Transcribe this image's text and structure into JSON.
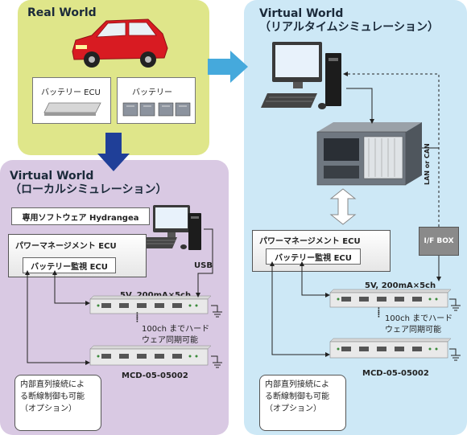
{
  "real_world": {
    "title": "Real World",
    "battery_ecu_label": "バッテリー ECU",
    "battery_label": "バッテリー"
  },
  "local_sim": {
    "title_line1": "Virtual World",
    "title_line2": "（ローカルシミュレーション）",
    "software_label": "専用ソフトウェア Hydrangea",
    "power_ecu_label": "パワーマネージメント ECU",
    "battery_monitor_label": "バッテリー監視 ECU",
    "usb_label": "USB",
    "channel_label": "5V, 200mA×5ch",
    "sync_note_line1": "100ch までハード",
    "sync_note_line2": "ウェア同期可能",
    "model_label": "MCD-05-05002",
    "option_note_line1": "内部直列接続によ",
    "option_note_line2": "る断線制御も可能",
    "option_note_line3": "（オプション）"
  },
  "realtime_sim": {
    "title_line1": "Virtual World",
    "title_line2": "（リアルタイムシミュレーション）",
    "lan_label": "LAN or CAN",
    "if_box_label": "I/F BOX",
    "power_ecu_label": "パワーマネージメント ECU",
    "battery_monitor_label": "バッテリー監視 ECU",
    "channel_label": "5V, 200mA×5ch",
    "sync_note_line1": "100ch までハード",
    "sync_note_line2": "ウェア同期可能",
    "model_label": "MCD-05-05002",
    "option_note_line1": "内部直列接続によ",
    "option_note_line2": "る断線制御も可能",
    "option_note_line3": "（オプション）"
  },
  "colors": {
    "real_world_bg": "#dfe68a",
    "local_sim_bg": "#d9c9e3",
    "realtime_sim_bg": "#cde8f6",
    "car_red": "#d81b22",
    "arrow_down": "#1f3f98",
    "arrow_right": "#45a9dc",
    "if_box": "#8a8a8a"
  }
}
